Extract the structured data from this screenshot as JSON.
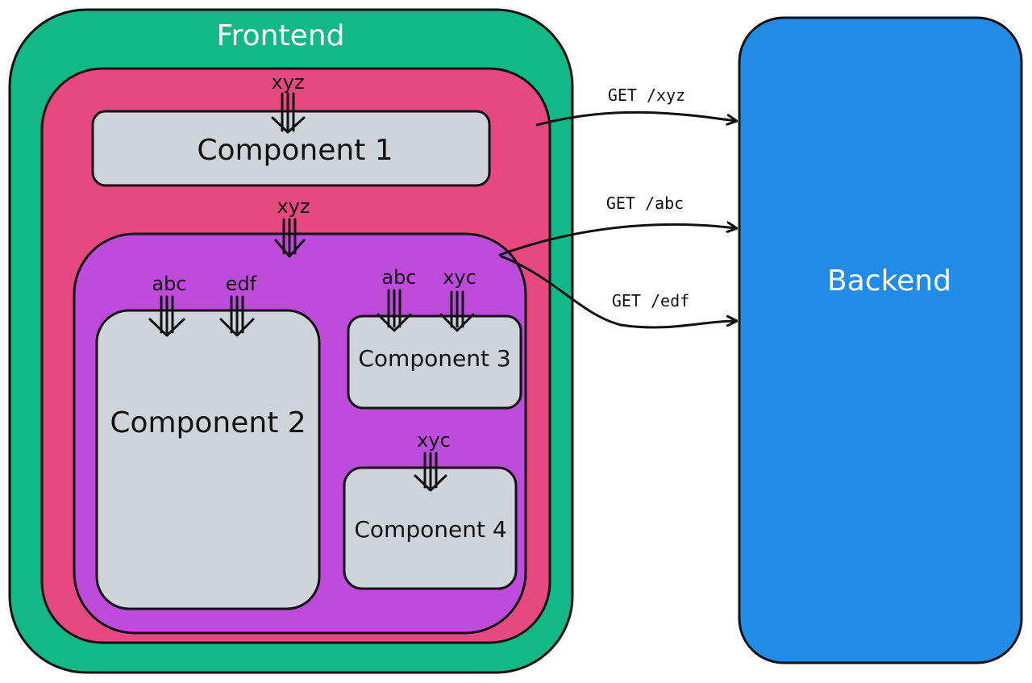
{
  "frontend": {
    "title": "Frontend",
    "color": "#12b886"
  },
  "backend": {
    "title": "Backend",
    "color": "#228be6"
  },
  "app_container": {
    "color": "#e64980"
  },
  "nested_container": {
    "color": "#be4bdb"
  },
  "component_color": "#ced4da",
  "components": {
    "c1": {
      "label": "Component 1",
      "input": "xyz"
    },
    "c2": {
      "label": "Component 2",
      "inputs": [
        "abc",
        "edf"
      ]
    },
    "c3": {
      "label": "Component 3",
      "inputs": [
        "abc",
        "xyc"
      ]
    },
    "c4": {
      "label": "Component 4",
      "input": "xyc"
    }
  },
  "nested_input": "xyz",
  "requests": [
    {
      "label": "GET /xyz"
    },
    {
      "label": "GET /abc"
    },
    {
      "label": "GET /edf"
    }
  ]
}
